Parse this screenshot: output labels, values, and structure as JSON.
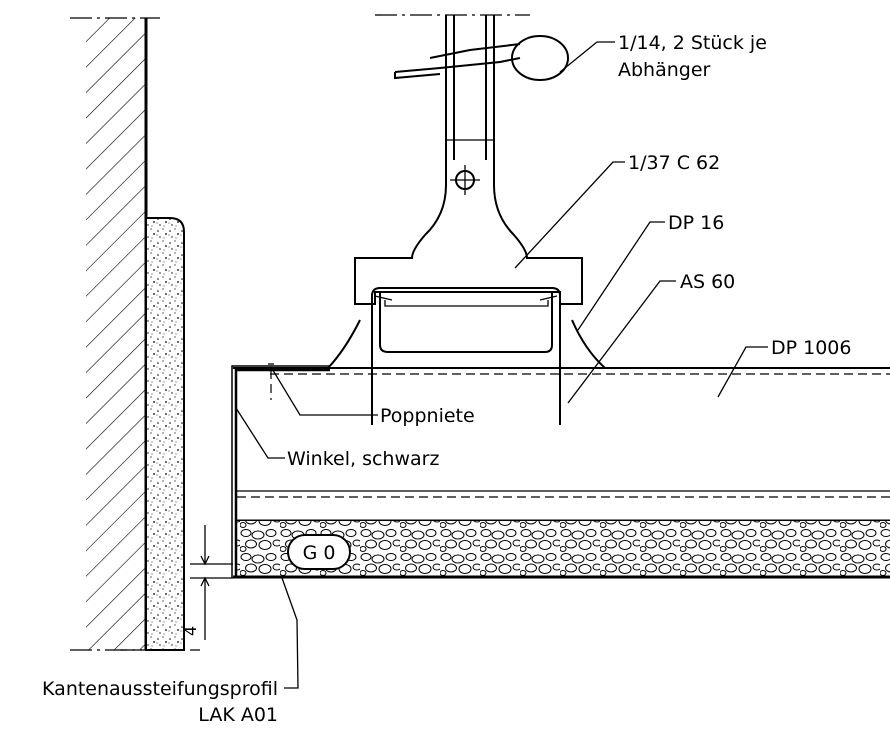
{
  "labels": {
    "clip": "1/14, 2 Stück je",
    "clip_line2": "Abhänger",
    "hanger": "1/37 C 62",
    "dp16": "DP 16",
    "as60": "AS 60",
    "dp1006": "DP 1006",
    "rivets": "Poppniete",
    "angle": "Winkel, schwarz",
    "stiffener": "Kantenaussteifungsprofil",
    "stiffener_code": "LAK A01",
    "badge": "G 0",
    "dimension": "4"
  }
}
